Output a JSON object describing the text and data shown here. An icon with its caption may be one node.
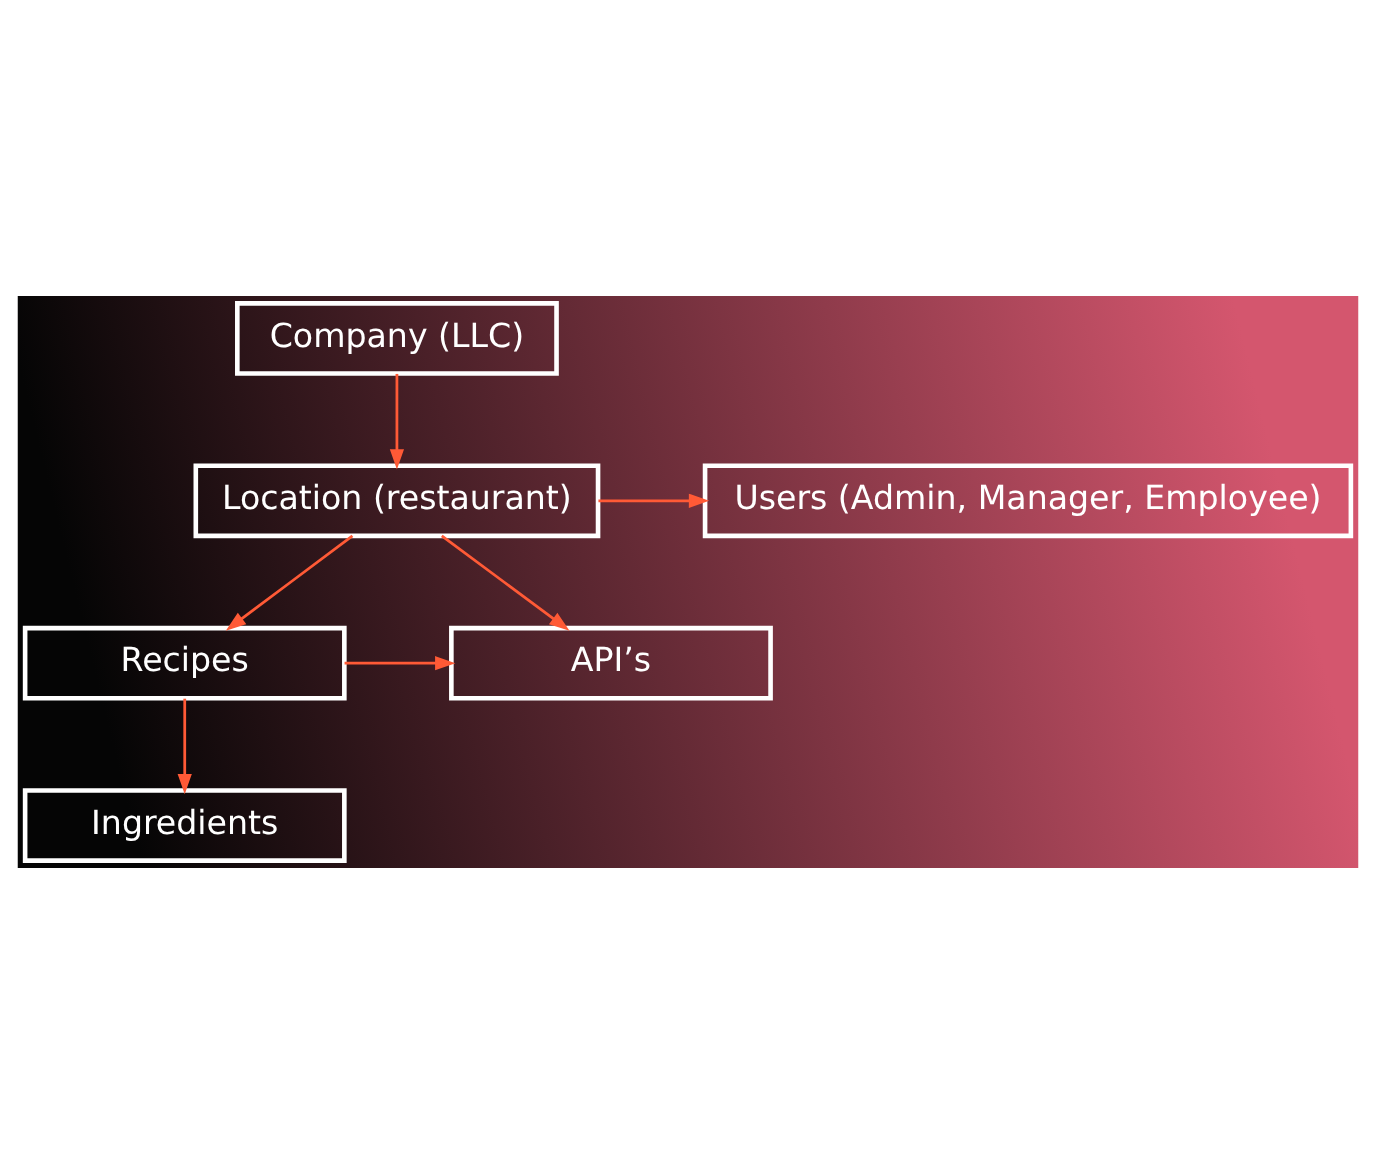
{
  "diagram": {
    "nodes": [
      {
        "text": [
          "Company (LLC)"
        ]
      },
      {
        "text": [
          "Location (restaurant)"
        ]
      },
      {
        "text": [
          "Users (Admin, Manager, Employee)"
        ]
      },
      {
        "text": [
          "Recipes"
        ]
      },
      {
        "text": [
          "API’s"
        ]
      },
      {
        "text": [
          "Ingredients"
        ]
      }
    ],
    "edges": [
      {
        "from": 0,
        "to": 1,
        "arrow": "to"
      },
      {
        "from": 1,
        "to": 2,
        "arrow": "to"
      },
      {
        "from": 1,
        "to": 4,
        "arrow": "to"
      },
      {
        "from": 1,
        "to": 3,
        "arrow": "to"
      },
      {
        "from": 3,
        "to": 4,
        "arrow": "to"
      },
      {
        "from": 3,
        "to": 5,
        "arrow": "to"
      }
    ]
  }
}
